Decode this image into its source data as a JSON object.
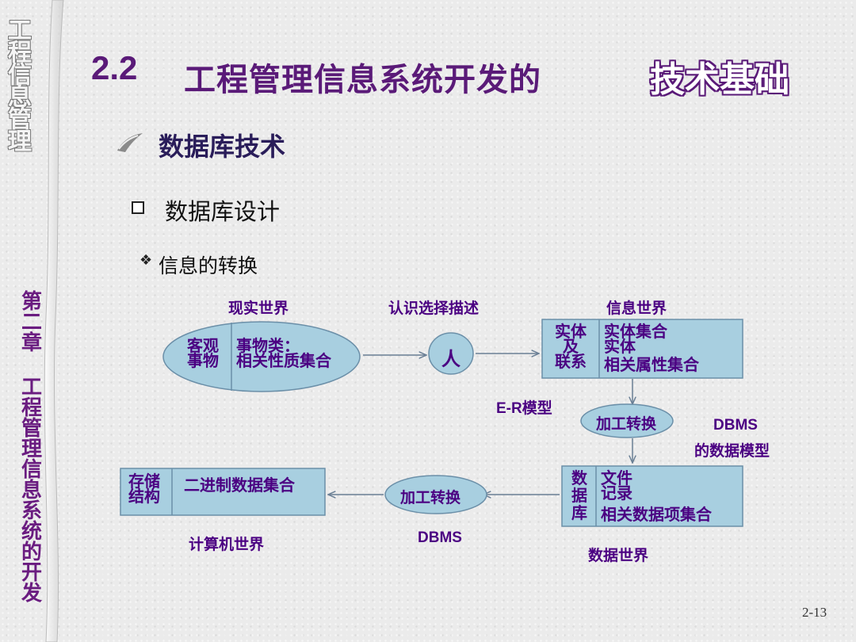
{
  "sidebar": {
    "top_title": "工程信息管理",
    "bottom_title": "第二章 工程管理信息系统的开发"
  },
  "header": {
    "number": "2.2",
    "title": "工程管理信息系统开发的",
    "emphasis": "技术基础"
  },
  "bullets": {
    "level1": "数据库技术",
    "level2": "数据库设计",
    "level3": "信息的转换"
  },
  "diagram": {
    "real_world": {
      "label": "现实世界",
      "left_line1": "客观",
      "left_line2": "事物",
      "right_line1": "事物类：",
      "right_line2": "相关性质集合"
    },
    "recognition_label": "认识选择描述",
    "person": "人",
    "info_world": {
      "label": "信息世界",
      "left_line1": "实体",
      "left_line2": "及",
      "left_line3": "联系",
      "right_line1": "实体集合",
      "right_line2": "实体",
      "right_line3": "相关属性集合"
    },
    "er_model": "E-R模型",
    "process_top": "加工转换",
    "dbms_model_line1": "DBMS",
    "dbms_model_line2": "的数据模型",
    "data_world": {
      "label": "数据世界",
      "left_line1": "数",
      "left_line2": "据",
      "left_line3": "库",
      "right_line1": "文件",
      "right_line2": "记录",
      "right_line3": "相关数据项集合"
    },
    "process_bottom": "加工转换",
    "dbms_label": "DBMS",
    "computer_world": {
      "label": "计算机世界",
      "left_line1": "存储",
      "left_line2": "结构",
      "right": "二进制数据集合"
    }
  },
  "page_number": "2-13",
  "colors": {
    "title": "#5a1a78",
    "diagram_text": "#4b0082",
    "shape_fill": "#a8cfe0",
    "shape_stroke": "#6b8fa8"
  }
}
